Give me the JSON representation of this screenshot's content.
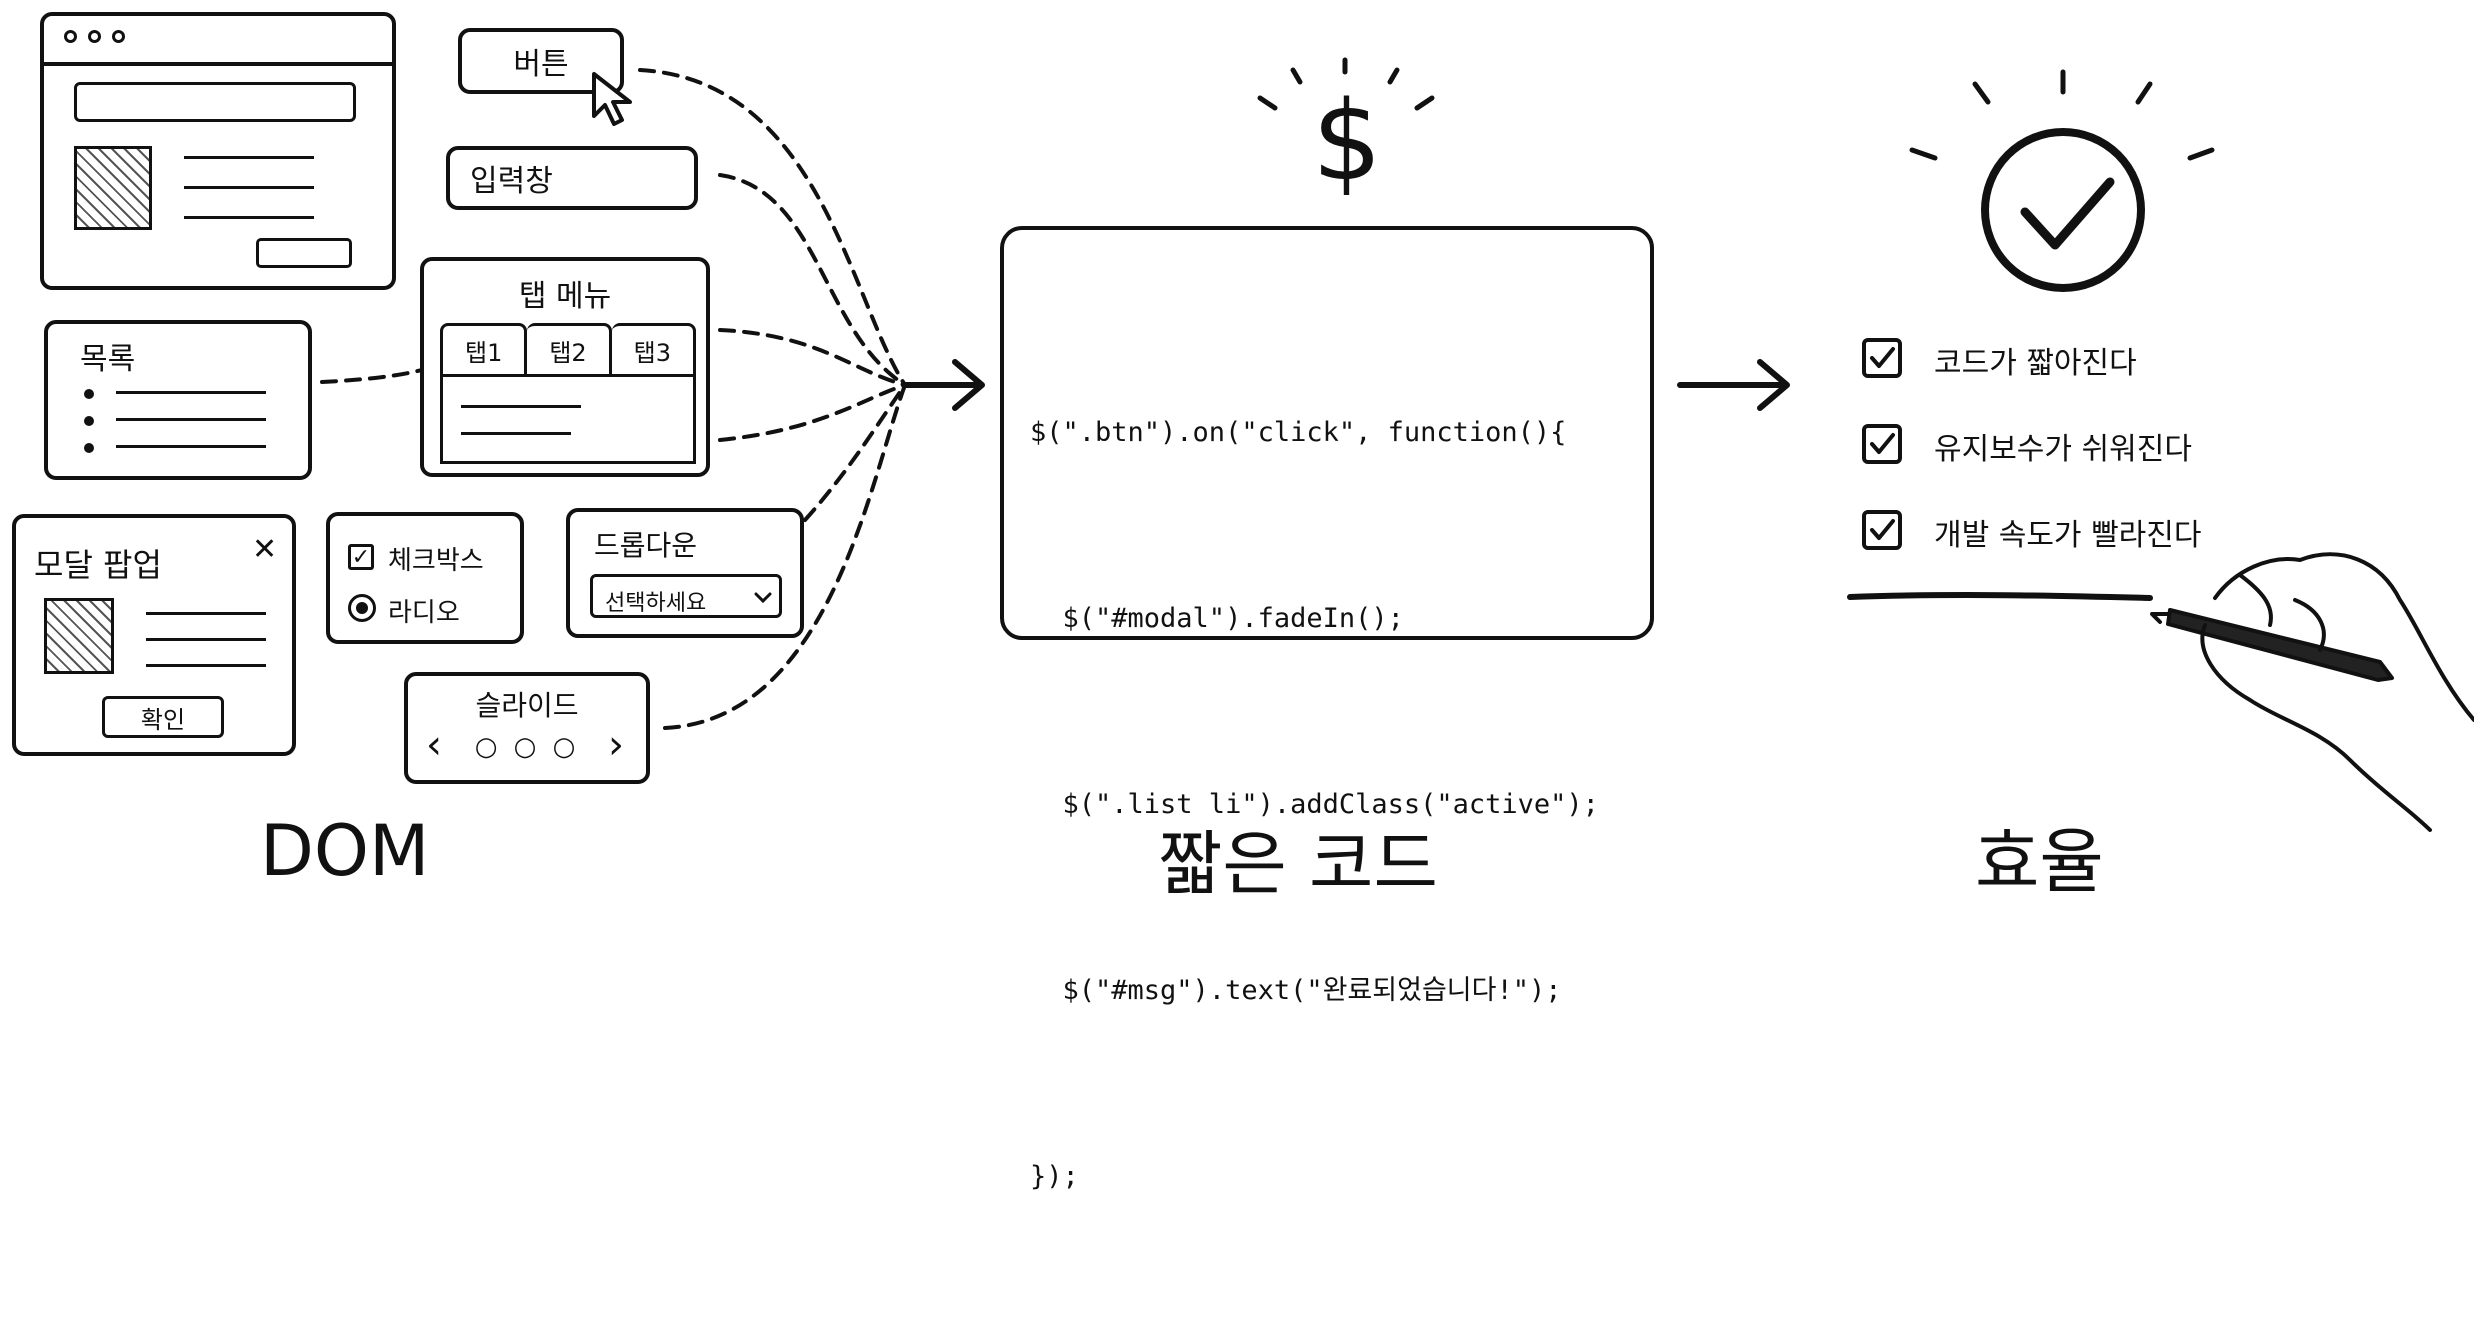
{
  "dom": {
    "button_label": "버튼",
    "input_label": "입력창",
    "tab_menu": {
      "title": "탭 메뉴",
      "tabs": [
        "탭1",
        "탭2",
        "탭3"
      ]
    },
    "list_title": "목록",
    "modal": {
      "title": "모달 팝업",
      "close": "✕",
      "confirm": "확인"
    },
    "checkbox_label": "체크박스",
    "radio_label": "라디오",
    "dropdown": {
      "title": "드롭다운",
      "selected": "선택하세요"
    },
    "slider": {
      "title": "슬라이드",
      "prev": "‹",
      "next": "›",
      "dots": "○ ○ ○"
    },
    "caption": "DOM"
  },
  "code": {
    "symbol": "$",
    "lines": [
      "$(\".btn\").on(\"click\", function(){",
      "  $(\"#modal\").fadeIn();",
      "  $(\".list li\").addClass(\"active\");",
      "  $(\"#msg\").text(\"완료되었습니다!\");",
      "});"
    ],
    "caption": "짧은 코드"
  },
  "efficiency": {
    "items": [
      "코드가 짧아진다",
      "유지보수가 쉬워진다",
      "개발 속도가 빨라진다"
    ],
    "caption": "효율"
  }
}
